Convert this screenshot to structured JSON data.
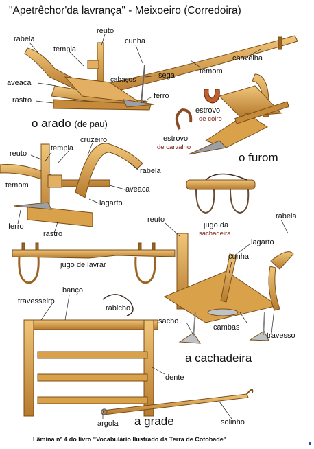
{
  "title": "\"Apetrêchor'da lavrança\" - Meixoeiro (Corredoira)",
  "caption": "Lâmina nº 4 do livro  \"Vocabulário Ilustrado da Terra de Cotobade\"",
  "headings": {
    "arado": "o arado",
    "arado_sub": "(de pau)",
    "furom": "o furom",
    "cachadeira": "a cachadeira",
    "grade": "a grade"
  },
  "labels": {
    "rabela_1": "rabela",
    "reuto_1": "reuto",
    "cunha_1": "cunha",
    "templa_1": "templa",
    "chavelha": "chavelha",
    "sega": "sega",
    "cabacos": "cabaços",
    "aveaca_1": "aveaca",
    "temom_1": "temom",
    "rastro_1": "rastro",
    "ferro_1": "ferro",
    "estrovo_coiro": "estrovo",
    "estrovo_coiro_sub": "de coiro",
    "estrovo_carvalho": "estrovo",
    "estrovo_carvalho_sub": "de carvalho",
    "cruzeiro": "cruzeiro",
    "reuto_2": "reuto",
    "templa_2": "templa",
    "rabela_2": "rabela",
    "temom_2": "temom",
    "aveaca_2": "aveaca",
    "lagarto_2": "lagarto",
    "ferro_2": "ferro",
    "rastro_2": "rastro",
    "jugo_sachadeira": "jugo da",
    "jugo_sachadeira_sub": "sachadeira",
    "jugo_lavrar": "jugo de lavrar",
    "reuto_3": "reuto",
    "rabela_3": "rabela",
    "lagarto_3": "lagarto",
    "cunha_3": "cunha",
    "sacho": "sacho",
    "cambas": "cambas",
    "travesso": "travesso",
    "banco": "banço",
    "travesseiro": "travesseiro",
    "rabicho": "rabicho",
    "dente": "dente",
    "argola": "argola",
    "solinho": "solinho"
  },
  "colors": {
    "wood": "#d9a24a",
    "wood_dark": "#9c6420",
    "iron": "#9aa0a6",
    "rope": "#8a4a25",
    "text_sub": "#7a1a10"
  }
}
